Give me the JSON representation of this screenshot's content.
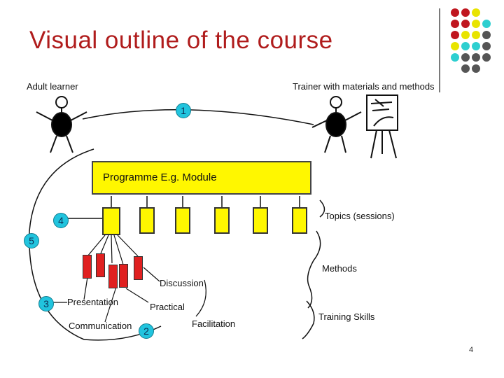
{
  "title": "Visual outline of the course",
  "labels": {
    "adult_learner": "Adult learner",
    "trainer": "Trainer with materials and methods",
    "module": "Programme E.g. Module",
    "topics": "Topics (sessions)",
    "methods": "Methods",
    "training_skills": "Training Skills",
    "discussion": "Discussion",
    "presentation": "Presentation",
    "practical": "Practical",
    "communication": "Communication",
    "facilitation": "Facilitation"
  },
  "badges": {
    "b1": "1",
    "b2": "2",
    "b3": "3",
    "b4": "4",
    "b5": "5"
  },
  "page_number": "4",
  "colors": {
    "title": "#b01c1c",
    "yellow": "#fff700",
    "red": "#e02020",
    "cyan": "#21c4de",
    "gray": "#555555"
  },
  "decor_dot_colors": [
    [
      "#c0161f",
      "#c0161f",
      "#e8e400"
    ],
    [
      "#c0161f",
      "#c0161f",
      "#e8e400",
      "#2ecfd0"
    ],
    [
      "#c0161f",
      "#e8e400",
      "#e8e400",
      "#555555"
    ],
    [
      "#e8e400",
      "#2ecfd0",
      "#2ecfd0",
      "#555555"
    ],
    [
      "#2ecfd0",
      "#555555",
      "#555555",
      "#555555"
    ],
    [
      "#555555",
      "#555555"
    ]
  ]
}
